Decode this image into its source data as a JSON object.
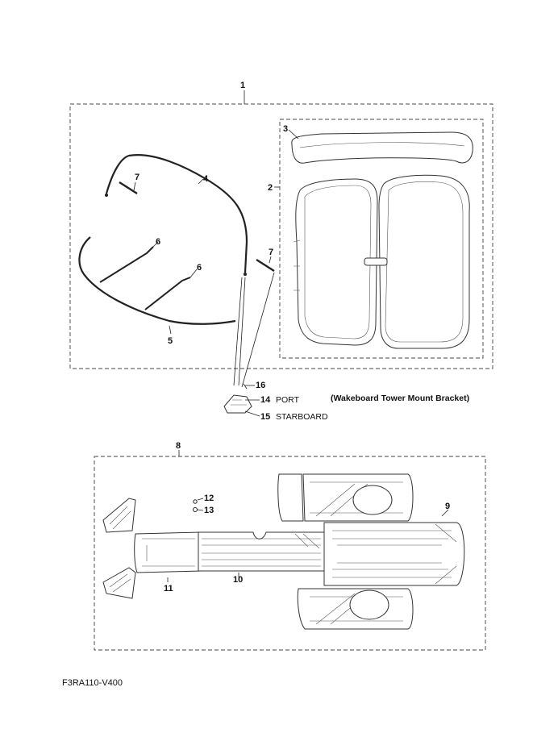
{
  "callouts": {
    "c1": "1",
    "c2": "2",
    "c3": "3",
    "c4": "4",
    "c5": "5",
    "c6a": "6",
    "c6b": "6",
    "c7a": "7",
    "c7b": "7",
    "c8": "8",
    "c9": "9",
    "c10": "10",
    "c11": "11",
    "c12": "12",
    "c13": "13",
    "c14": "14",
    "c15": "15",
    "c16": "16"
  },
  "labels": {
    "port": "PORT",
    "starboard": "STARBOARD",
    "bracket_note": "(Wakeboard Tower Mount Bracket)"
  },
  "diagram_code": "F3RA110-V400"
}
